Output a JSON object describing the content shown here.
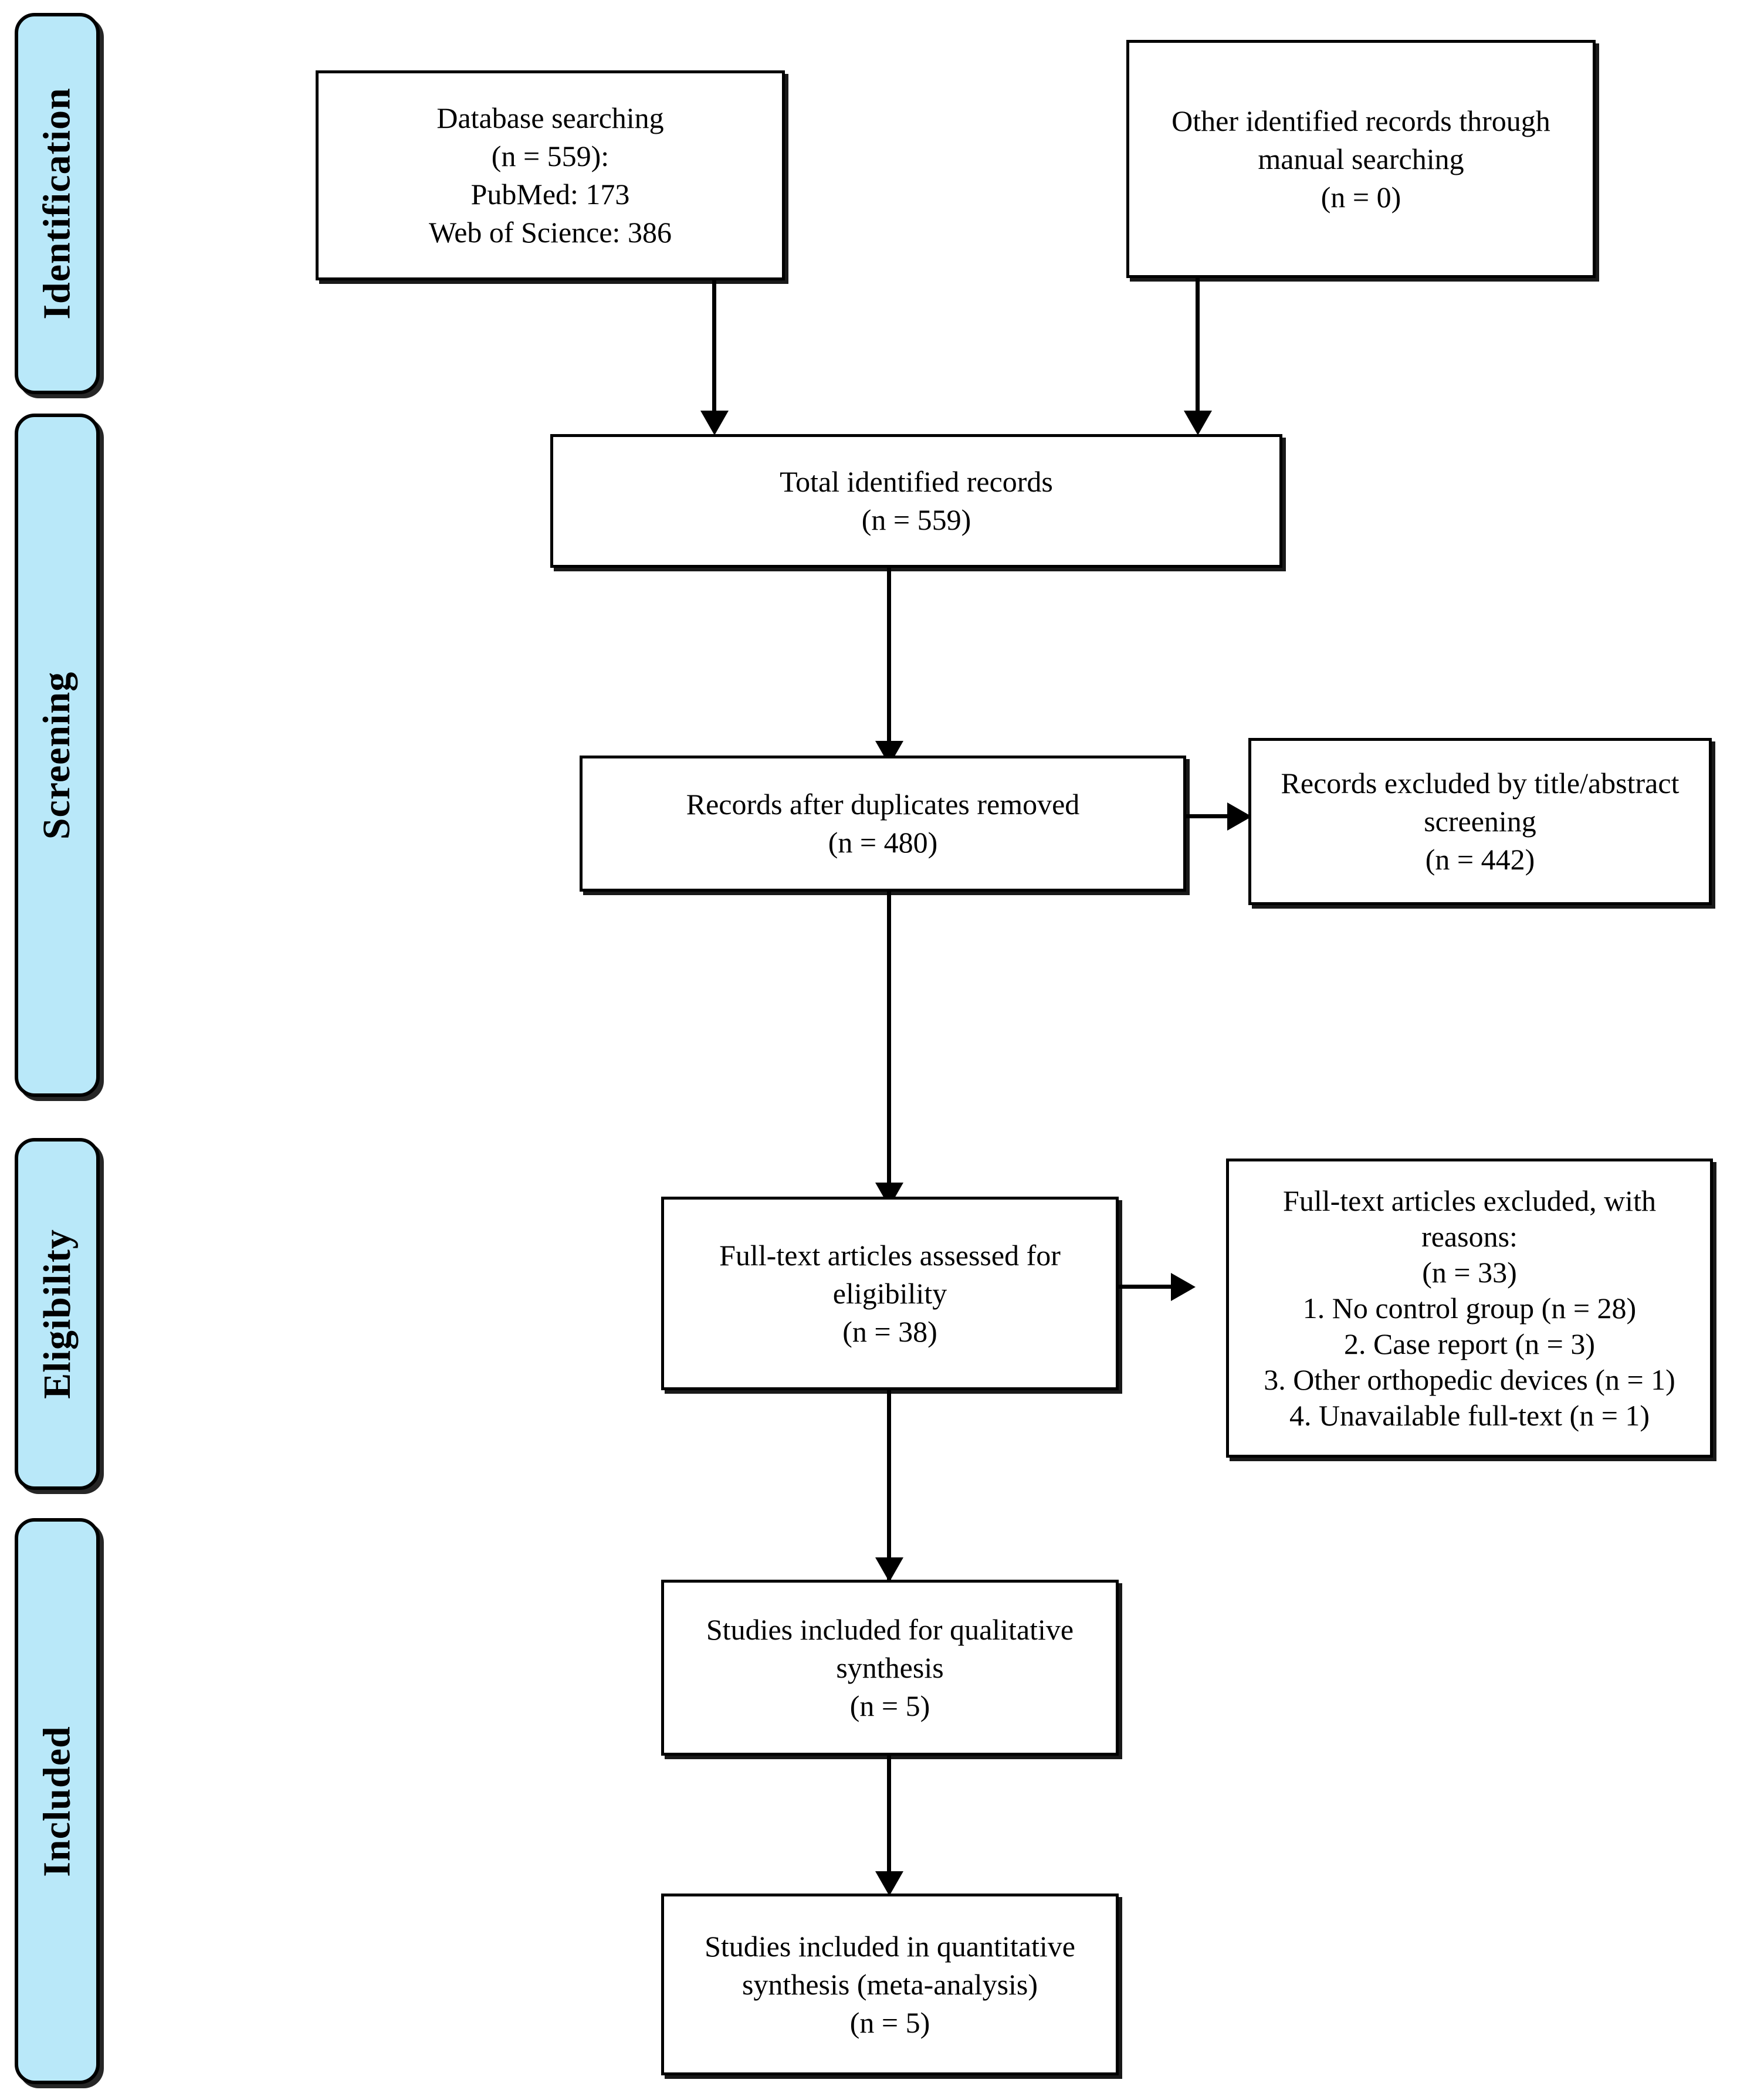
{
  "diagram": {
    "title": "PRISMA study selection flow diagram",
    "accent_blue": "#b9e8f9",
    "line_color": "#000000",
    "stages": [
      {
        "id": "identification",
        "label": "Identification"
      },
      {
        "id": "screening",
        "label": "Screening"
      },
      {
        "id": "eligibility",
        "label": "Eligibility"
      },
      {
        "id": "included",
        "label": "Included"
      }
    ],
    "nodes": {
      "database_searching": {
        "line1": "Database searching",
        "line2": "(n = 559):",
        "line3": "PubMed: 173",
        "line4": "Web of Science: 386"
      },
      "manual_searching": {
        "line1": "Other identified records through",
        "line2": "manual searching",
        "line3": "(n = 0)"
      },
      "total_identified": {
        "line1": "Total identified records",
        "line2": "(n = 559)"
      },
      "after_duplicates": {
        "line1": "Records after duplicates removed",
        "line2": "(n = 480)"
      },
      "excluded_title_abstract": {
        "line1": "Records excluded by title/abstract",
        "line2": "screening",
        "line3": "(n = 442)"
      },
      "fulltext_assessed": {
        "line1": "Full-text articles assessed for",
        "line2": "eligibility",
        "line3": "(n = 38)"
      },
      "fulltext_excluded": {
        "line1": "Full-text articles excluded, with",
        "line2": "reasons:",
        "line3": "(n = 33)",
        "reason1": "1.  No control group (n = 28)",
        "reason2": "2. Case report (n = 3)",
        "reason3": "3. Other orthopedic devices (n = 1)",
        "reason4": "4. Unavailable full-text (n = 1)"
      },
      "qualitative_synthesis": {
        "line1": "Studies included for qualitative",
        "line2": "synthesis",
        "line3": "(n = 5)"
      },
      "quantitative_synthesis": {
        "line1": "Studies included in quantitative",
        "line2": "synthesis (meta-analysis)",
        "line3": "(n = 5)"
      }
    },
    "counts": {
      "database_total": 559,
      "pubmed": 173,
      "web_of_science": 386,
      "manual": 0,
      "total_identified": 559,
      "after_duplicates": 480,
      "excluded_title_abstract": 442,
      "fulltext_assessed": 38,
      "fulltext_excluded": 33,
      "excluded_no_control_group": 28,
      "excluded_case_report": 3,
      "excluded_other_devices": 1,
      "excluded_unavailable_fulltext": 1,
      "qualitative_included": 5,
      "quantitative_included": 5
    }
  }
}
